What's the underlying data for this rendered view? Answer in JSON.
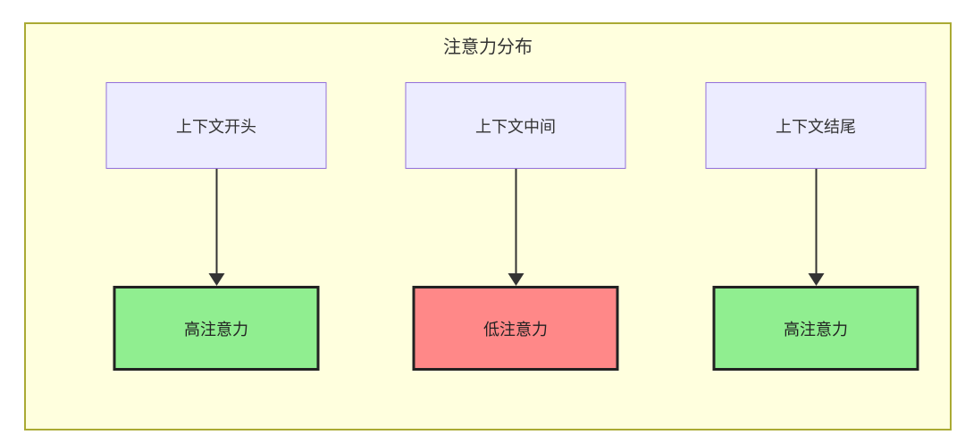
{
  "diagram": {
    "title": "注意力分布",
    "container": {
      "fill": "#ffffde",
      "border": "#aaaa33"
    },
    "node_style": {
      "source_fill": "#ECECFF",
      "source_border": "#9370DB",
      "high_fill": "#90EE90",
      "low_fill": "#FF8888",
      "result_border": "#222222",
      "text_color": "#333333",
      "arrow_color": "#333333"
    },
    "columns": [
      {
        "source": "上下文开头",
        "result": "高注意力",
        "level": "high"
      },
      {
        "source": "上下文中间",
        "result": "低注意力",
        "level": "low"
      },
      {
        "source": "上下文结尾",
        "result": "高注意力",
        "level": "high"
      }
    ]
  }
}
